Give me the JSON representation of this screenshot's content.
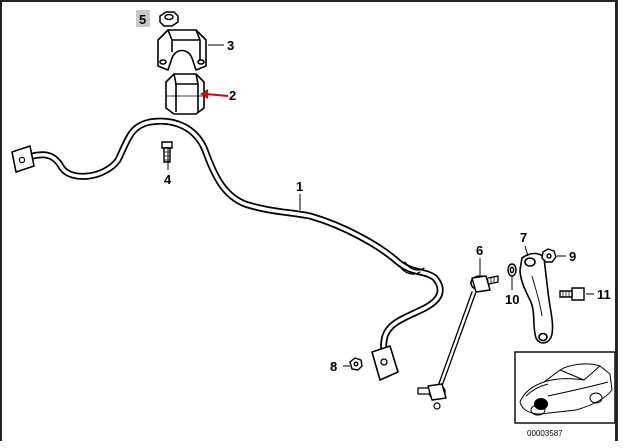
{
  "callouts": {
    "c1": "1",
    "c2": "2",
    "c3": "3",
    "c4": "4",
    "c5": "5",
    "c6": "6",
    "c7": "7",
    "c8": "8",
    "c9": "9",
    "c10": "10",
    "c11": "11"
  },
  "reference_number": "00003587",
  "colors": {
    "line": "#000000",
    "highlight_arrow": "#e00000",
    "callout5_bg": "#c8c8c8"
  }
}
